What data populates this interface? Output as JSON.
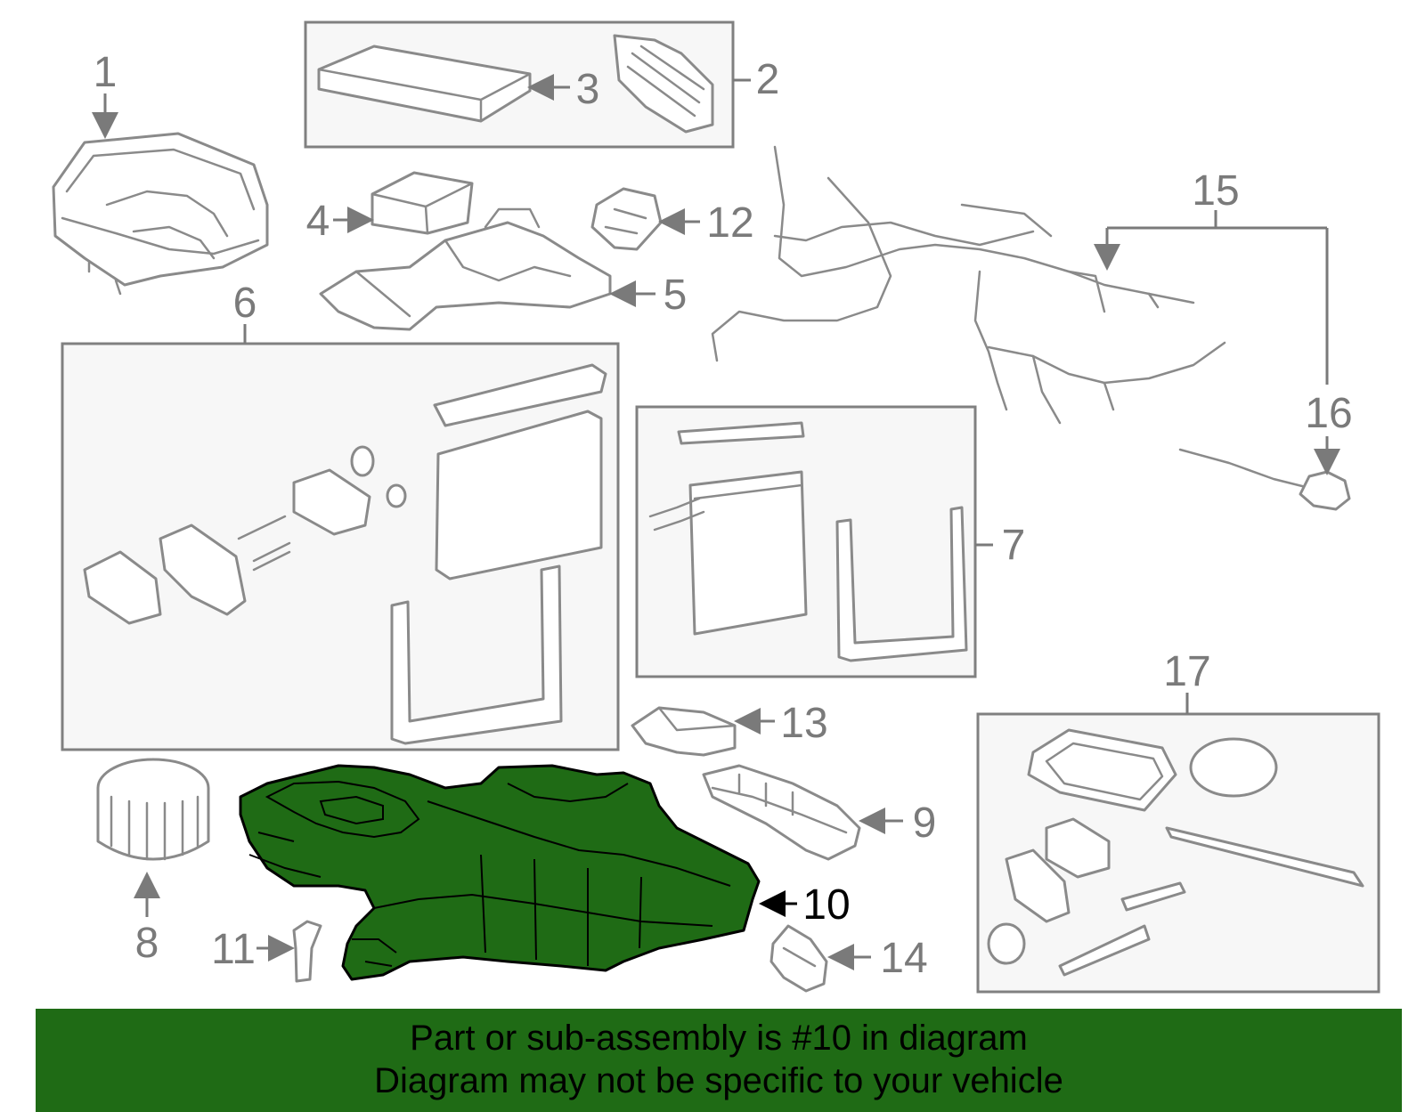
{
  "callouts": {
    "c1": "1",
    "c2": "2",
    "c3": "3",
    "c4": "4",
    "c5": "5",
    "c6": "6",
    "c7": "7",
    "c8": "8",
    "c9": "9",
    "c10": "10",
    "c11": "11",
    "c12": "12",
    "c13": "13",
    "c14": "14",
    "c15": "15",
    "c16": "16",
    "c17": "17"
  },
  "highlighted_part": "10",
  "colors": {
    "highlight": "#1f6b15",
    "line_art": "#8a8a8a",
    "callout_text": "#7a7a7a",
    "box_fill": "#f7f7f7"
  },
  "banner": {
    "line1": "Part or sub-assembly is #10 in diagram",
    "line2": "Diagram may not be specific to your vehicle"
  }
}
